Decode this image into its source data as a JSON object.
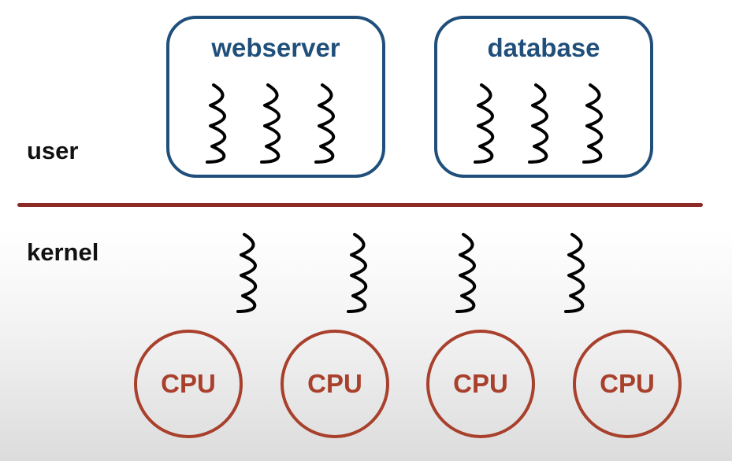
{
  "labels": {
    "user": "user",
    "kernel": "kernel"
  },
  "processes": [
    {
      "name": "webserver",
      "threads": 3
    },
    {
      "name": "database",
      "threads": 3
    }
  ],
  "kernel_threads": 4,
  "cpus": [
    "CPU",
    "CPU",
    "CPU",
    "CPU"
  ],
  "colors": {
    "process_border": "#1f4f7a",
    "divider": "#8e2a26",
    "cpu": "#a8402c",
    "thread": "#000000"
  }
}
